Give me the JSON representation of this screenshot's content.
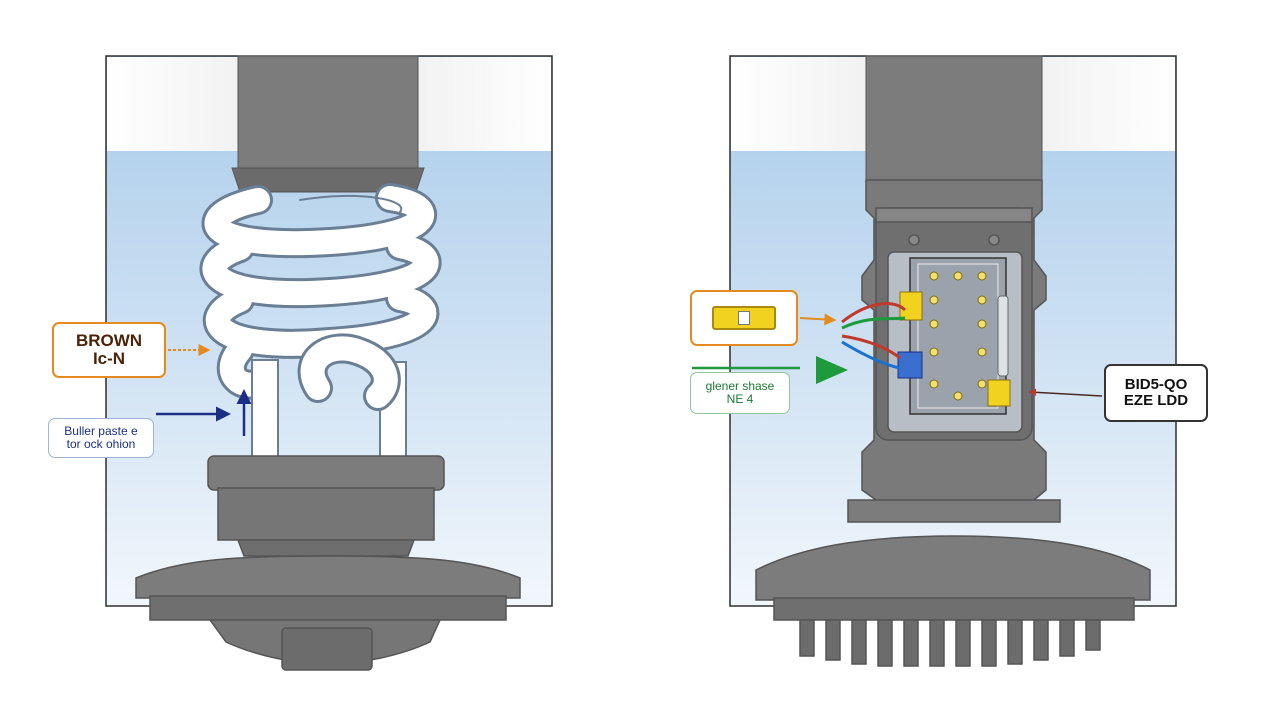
{
  "diagram": {
    "panels": [
      {
        "name": "spiral-cfl-bulb-in-fixture"
      },
      {
        "name": "led-module-in-fixture"
      }
    ],
    "callouts": {
      "brown_wire": {
        "lines": [
          "BROWN",
          "Ic-N"
        ]
      },
      "blue_wire": {
        "lines": [
          "Buller paste e",
          "tor ock ohion"
        ]
      },
      "yellow_connector": {
        "icon": "connector-chip-icon"
      },
      "green_wire": {
        "lines": [
          "glener shase",
          "NE 4"
        ]
      },
      "driver_label": {
        "lines": [
          "BID5-QO",
          "EZE LDD"
        ]
      }
    },
    "colors": {
      "housing": "#7c7c7c",
      "housing_dark": "#5f5f5f",
      "sky_top": "#a9cbea",
      "sky_bottom": "#eef5fb",
      "orange_arrow": "#e48a1f",
      "blue_arrow": "#1b2f86",
      "green_arrow": "#1c9a3c",
      "brown_text": "#4a2308"
    }
  }
}
